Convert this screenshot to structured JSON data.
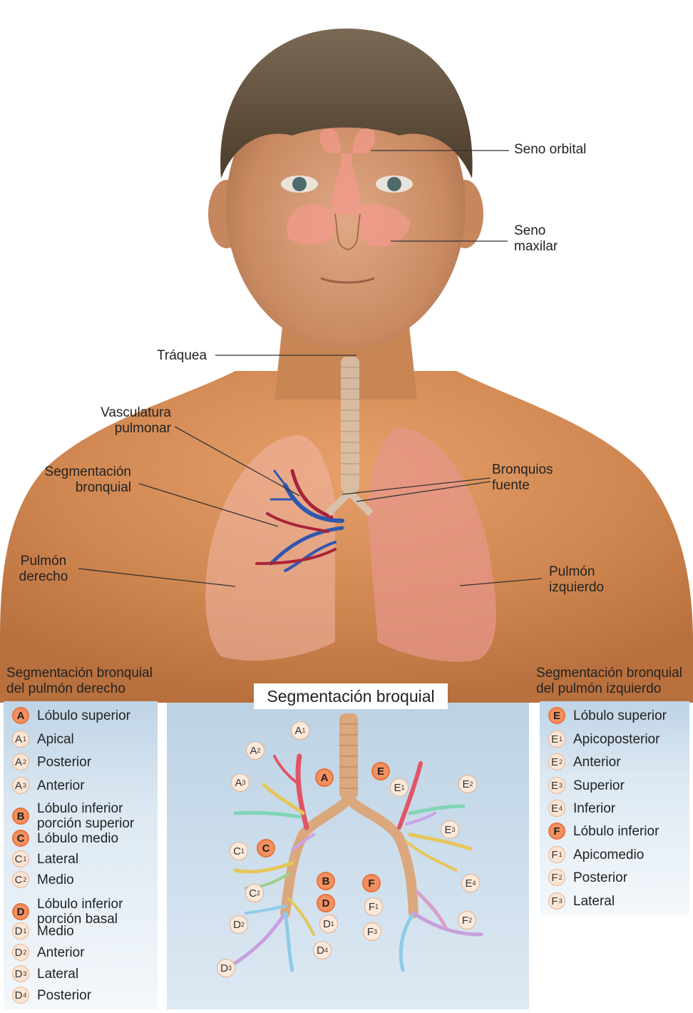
{
  "labels": {
    "seno_orbital": "Seno orbital",
    "seno_maxilar": [
      "Seno",
      "maxilar"
    ],
    "traquea": "Tráquea",
    "vasculatura": [
      "Vasculatura",
      "pulmonar"
    ],
    "segmentacion": [
      "Segmentación",
      "bronquial"
    ],
    "bronquios": [
      "Bronquios",
      "fuente"
    ],
    "pulmon_derecho": [
      "Pulmón",
      "derecho"
    ],
    "pulmon_izquierdo": [
      "Pulmón",
      "izquierdo"
    ]
  },
  "left_legend": {
    "title": [
      "Segmentación bronquial",
      "del pulmón derecho"
    ],
    "rows": [
      {
        "letter": "A",
        "sup": "",
        "main": true,
        "text": [
          "Lóbulo superior"
        ]
      },
      {
        "letter": "A",
        "sup": "1",
        "main": false,
        "text": [
          "Apical"
        ]
      },
      {
        "letter": "A",
        "sup": "2",
        "main": false,
        "text": [
          "Posterior"
        ]
      },
      {
        "letter": "A",
        "sup": "3",
        "main": false,
        "text": [
          "Anterior"
        ]
      },
      {
        "letter": "B",
        "sup": "",
        "main": true,
        "text": [
          "Lóbulo inferior",
          "porción superior"
        ]
      },
      {
        "letter": "C",
        "sup": "",
        "main": true,
        "text": [
          "Lóbulo medio"
        ]
      },
      {
        "letter": "C",
        "sup": "1",
        "main": false,
        "text": [
          "Lateral"
        ]
      },
      {
        "letter": "C",
        "sup": "2",
        "main": false,
        "text": [
          "Medio"
        ]
      },
      {
        "letter": "D",
        "sup": "",
        "main": true,
        "text": [
          "Lóbulo inferior",
          "porción basal"
        ]
      },
      {
        "letter": "D",
        "sup": "1",
        "main": false,
        "text": [
          "Medio"
        ]
      },
      {
        "letter": "D",
        "sup": "2",
        "main": false,
        "text": [
          "Anterior"
        ]
      },
      {
        "letter": "D",
        "sup": "3",
        "main": false,
        "text": [
          "Lateral"
        ]
      },
      {
        "letter": "D",
        "sup": "4",
        "main": false,
        "text": [
          "Posterior"
        ]
      }
    ]
  },
  "right_legend": {
    "title": [
      "Segmentación bronquial",
      "del pulmón izquierdo"
    ],
    "rows": [
      {
        "letter": "E",
        "sup": "",
        "main": true,
        "text": [
          "Lóbulo superior"
        ]
      },
      {
        "letter": "E",
        "sup": "1",
        "main": false,
        "text": [
          "Apicoposterior"
        ]
      },
      {
        "letter": "E",
        "sup": "2",
        "main": false,
        "text": [
          "Anterior"
        ]
      },
      {
        "letter": "E",
        "sup": "3",
        "main": false,
        "text": [
          "Superior"
        ]
      },
      {
        "letter": "E",
        "sup": "4",
        "main": false,
        "text": [
          "Inferior"
        ]
      },
      {
        "letter": "F",
        "sup": "",
        "main": true,
        "text": [
          "Lóbulo inferior"
        ]
      },
      {
        "letter": "F",
        "sup": "1",
        "main": false,
        "text": [
          "Apicomedio"
        ]
      },
      {
        "letter": "F",
        "sup": "2",
        "main": false,
        "text": [
          "Posterior"
        ]
      },
      {
        "letter": "F",
        "sup": "3",
        "main": false,
        "text": [
          "Lateral"
        ]
      }
    ]
  },
  "center": {
    "title": "Segmentación broquial",
    "badges": [
      {
        "letter": "A",
        "sup": "1",
        "main": false
      },
      {
        "letter": "A",
        "sup": "2",
        "main": false
      },
      {
        "letter": "A",
        "sup": "3",
        "main": false
      },
      {
        "letter": "A",
        "sup": "",
        "main": true
      },
      {
        "letter": "C",
        "sup": "1",
        "main": false
      },
      {
        "letter": "C",
        "sup": "",
        "main": true
      },
      {
        "letter": "C",
        "sup": "2",
        "main": false
      },
      {
        "letter": "B",
        "sup": "",
        "main": true
      },
      {
        "letter": "D",
        "sup": "",
        "main": true
      },
      {
        "letter": "D",
        "sup": "2",
        "main": false
      },
      {
        "letter": "D",
        "sup": "1",
        "main": false
      },
      {
        "letter": "D",
        "sup": "4",
        "main": false
      },
      {
        "letter": "D",
        "sup": "3",
        "main": false
      },
      {
        "letter": "E",
        "sup": "",
        "main": true
      },
      {
        "letter": "E",
        "sup": "1",
        "main": false
      },
      {
        "letter": "E",
        "sup": "2",
        "main": false
      },
      {
        "letter": "E",
        "sup": "3",
        "main": false
      },
      {
        "letter": "E",
        "sup": "4",
        "main": false
      },
      {
        "letter": "F",
        "sup": "",
        "main": true
      },
      {
        "letter": "F",
        "sup": "1",
        "main": false
      },
      {
        "letter": "F",
        "sup": "3",
        "main": false
      },
      {
        "letter": "F",
        "sup": "2",
        "main": false
      }
    ]
  },
  "colors": {
    "badge_main": "#f4905f",
    "badge_sub": "#fbe6d6",
    "skin": "#d9915f",
    "lung": "#e89a86",
    "bronchus": "#d9a27a",
    "panel": "#c9dceb"
  }
}
